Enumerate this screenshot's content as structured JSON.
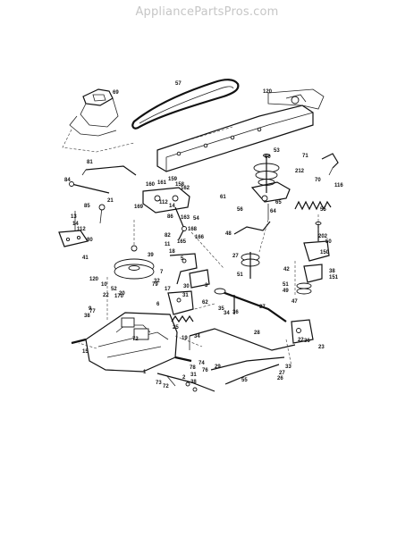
{
  "watermark": "AppliancePartsPros.com",
  "callouts": [
    "69",
    "57",
    "120",
    "71",
    "212",
    "60",
    "53",
    "61",
    "81",
    "160",
    "161",
    "159",
    "158",
    "84",
    "85",
    "21",
    "112",
    "14",
    "162",
    "169",
    "13",
    "14",
    "112",
    "80",
    "86",
    "163",
    "82",
    "165",
    "166",
    "168",
    "54",
    "70",
    "116",
    "56",
    "64",
    "65",
    "55",
    "202",
    "50",
    "150",
    "48",
    "41",
    "11",
    "18",
    "5",
    "51",
    "39",
    "3",
    "42",
    "27",
    "38",
    "151",
    "51",
    "49",
    "47",
    "120",
    "32",
    "7",
    "17",
    "79",
    "10",
    "52",
    "20",
    "22",
    "170",
    "30",
    "31",
    "6",
    "62",
    "35",
    "36",
    "34",
    "37",
    "15",
    "77",
    "38",
    "9",
    "25",
    "19",
    "34",
    "72",
    "1",
    "74",
    "76",
    "72",
    "73",
    "2",
    "78",
    "31",
    "38",
    "28",
    "29",
    "23",
    "33",
    "26",
    "27",
    "22",
    "36",
    "55"
  ]
}
